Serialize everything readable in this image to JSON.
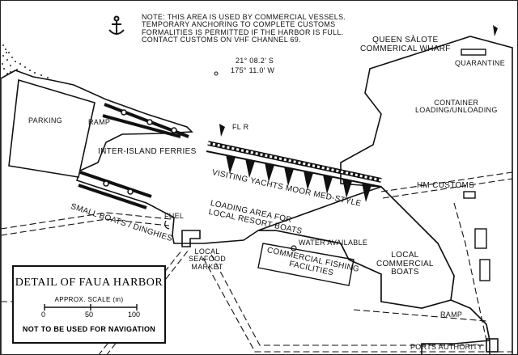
{
  "map": {
    "note_lines": [
      "NOTE:  THIS AREA IS USED BY COMMERCIAL VESSELS.",
      "TEMPORARY ANCHORING TO COMPLETE CUSTOMS",
      "FORMALITIES IS PERMITTED IF THE HARBOR IS FULL.",
      "CONTACT CUSTOMS ON VHF CHANNEL 69."
    ],
    "coord_lat": "21° 08.2’ S",
    "coord_lon": "175° 11.0’ W",
    "wharf_lines": [
      "QUEEN SĀLOTE",
      "COMMERICAL WHARF"
    ],
    "quarantine": "QUARANTINE",
    "container_lines": [
      "CONTAINER",
      "LOADING/UNLOADING"
    ],
    "hm_customs": "HM  CUSTOMS",
    "parking": "PARKING",
    "ramp_top": "RAMP",
    "ferries": "INTER-ISLAND FERRIES",
    "fl_r": "FL R",
    "visiting_yachts": "VISITING YACHTS MOOR MED-STYLE",
    "loading_lines": [
      "LOADING AREA FOR",
      "LOCAL RESORT BOATS"
    ],
    "water": "WATER AVAILABLE",
    "fishing_lines": [
      "COMMERCIAL FISHING",
      "FACILITIES"
    ],
    "local_boats_lines": [
      "LOCAL",
      "COMMERCIAL",
      "BOATS"
    ],
    "small_boats": "SMALL BOATS / DINGHIES",
    "fuel": "FUEL",
    "seafood_lines": [
      "LOCAL",
      "SEAFOOD",
      "MARKET"
    ],
    "ramp_bottom": "RAMP",
    "ports_authority": "PORTS AUTHORITY",
    "anchor_icon": "anchor-icon",
    "light_icon": "light-beacon-icon"
  },
  "legend": {
    "title": "DETAIL OF FAUA HARBOR",
    "scale_title": "APPROX. SCALE (m)",
    "scale_ticks": [
      "0",
      "50",
      "100"
    ],
    "warning": "NOT TO BE USED FOR NAVIGATION"
  },
  "colors": {
    "ink": "#111111",
    "land": "#ffffff",
    "water": "#ffffff"
  }
}
